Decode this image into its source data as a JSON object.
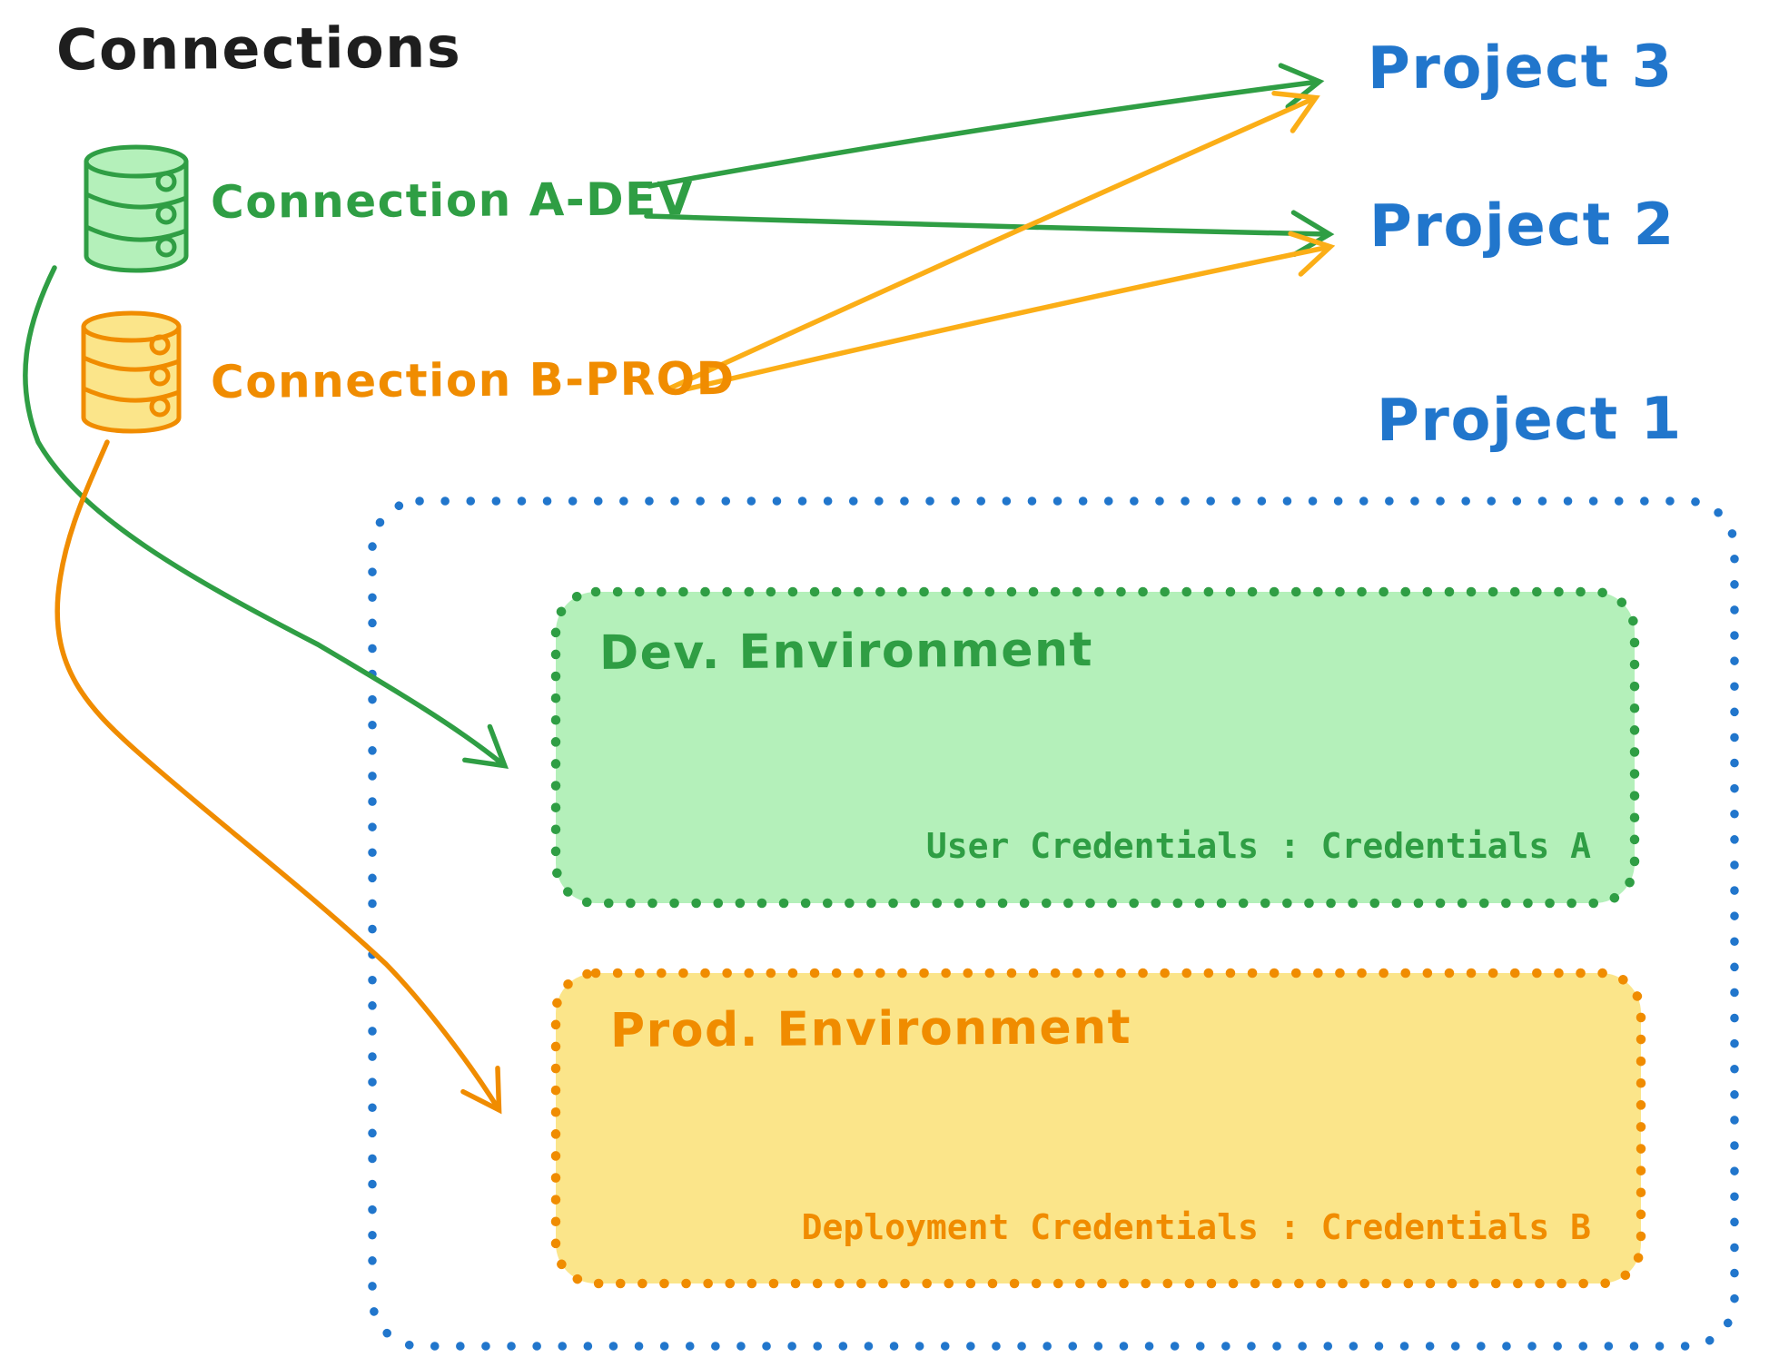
{
  "title": "Connections",
  "colors": {
    "green": "#2f9e44",
    "green_fill": "#b4f0ba",
    "blue": "#2176cc",
    "orange": "#f08c00",
    "orange_arrow": "#fbae17",
    "orange_fill": "#fbe58a",
    "black": "#1e1e1e"
  },
  "connections": {
    "a": {
      "label": "Connection A-DEV"
    },
    "b": {
      "label": "Connection B-PROD"
    }
  },
  "projects": {
    "p3": {
      "label": "Project 3"
    },
    "p2": {
      "label": "Project 2"
    },
    "p1": {
      "label": "Project 1"
    }
  },
  "project1": {
    "dev": {
      "title": "Dev. Environment",
      "credentials": "User Credentials : Credentials A"
    },
    "prod": {
      "title": "Prod. Environment",
      "credentials": "Deployment Credentials : Credentials B"
    }
  }
}
